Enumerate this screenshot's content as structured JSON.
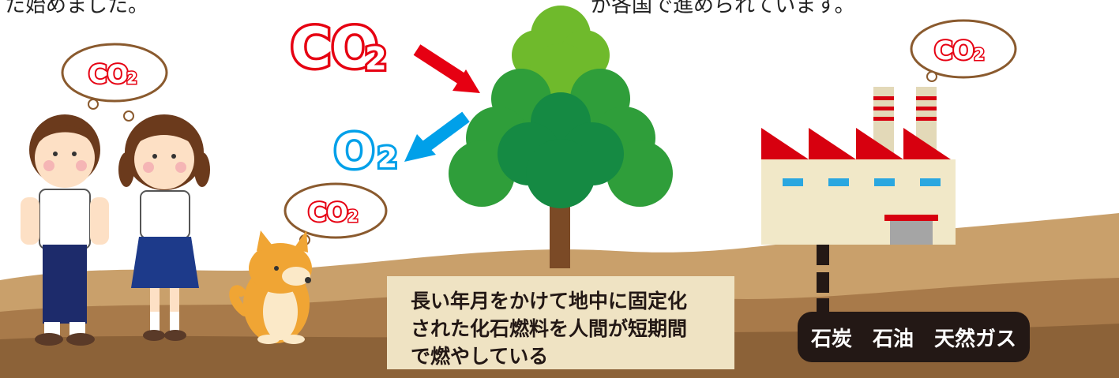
{
  "header": {
    "left_text": "た始めました。",
    "right_text": "が各国で進められています。"
  },
  "labels": {
    "co2_big": "CO",
    "co2_sub": "2",
    "o2_big": "O",
    "o2_sub": "2",
    "bubble_co2": "CO",
    "bubble_sub": "2"
  },
  "caption": {
    "line1": "長い年月をかけて地中に固定化",
    "line2": "された化石燃料を人間が短期間",
    "line3": "で燃やしている"
  },
  "fuels": [
    "石炭",
    "石油",
    "天然ガス"
  ],
  "colors": {
    "co2": "#e60012",
    "o2": "#00a0e9",
    "ground": "#a87a4a",
    "tree_light": "#6fba2c",
    "tree_mid": "#2f9e3a",
    "tree_dark": "#158a43",
    "trunk": "#7b4a26",
    "factory_roof": "#d7000f",
    "factory_wall": "#f1e8c8"
  }
}
